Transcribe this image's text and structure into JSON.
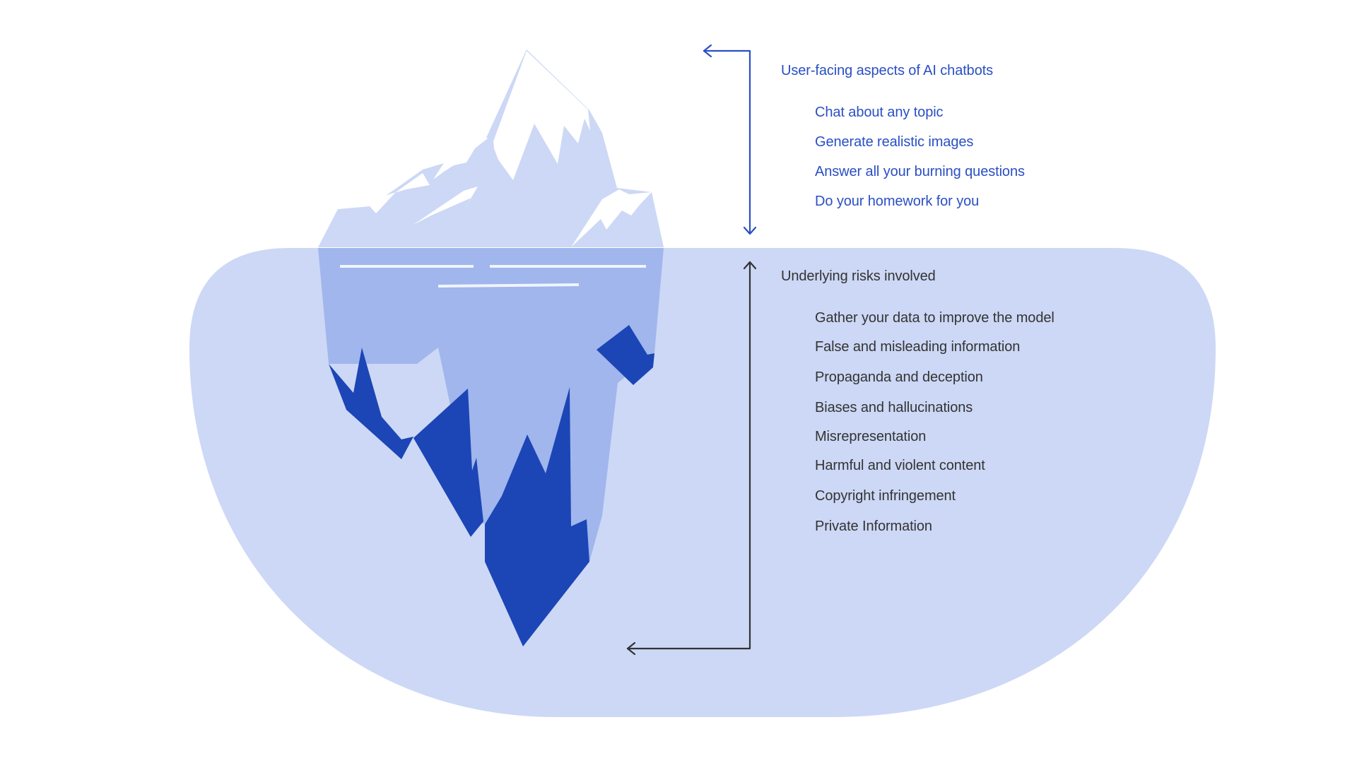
{
  "colors": {
    "ocean": "#ccd8f5",
    "ice_light": "#ccd8f5",
    "ice_snow": "#ffffff",
    "ice_underwater": "#a0b6ec",
    "ice_deep": "#1c45b6",
    "text_top": "#2a4fc4",
    "text_bottom": "#333333",
    "arrow_top": "#2a4fc4",
    "arrow_bottom": "#333333"
  },
  "icons": {
    "top_arrow": "bracket-arrow-icon",
    "bottom_arrow": "bracket-arrow-icon",
    "illustration": "iceberg-icon"
  },
  "top_section": {
    "heading": "User-facing aspects of AI chatbots",
    "items": [
      "Chat about any topic",
      "Generate realistic images",
      "Answer all your burning questions",
      "Do your homework for you"
    ]
  },
  "bottom_section": {
    "heading": "Underlying risks involved",
    "items": [
      "Gather your data to improve the model",
      "False and misleading information",
      "Propaganda and deception",
      "Biases and hallucinations",
      "Misrepresentation",
      "Harmful and violent content",
      "Copyright infringement",
      "Private Information"
    ]
  }
}
